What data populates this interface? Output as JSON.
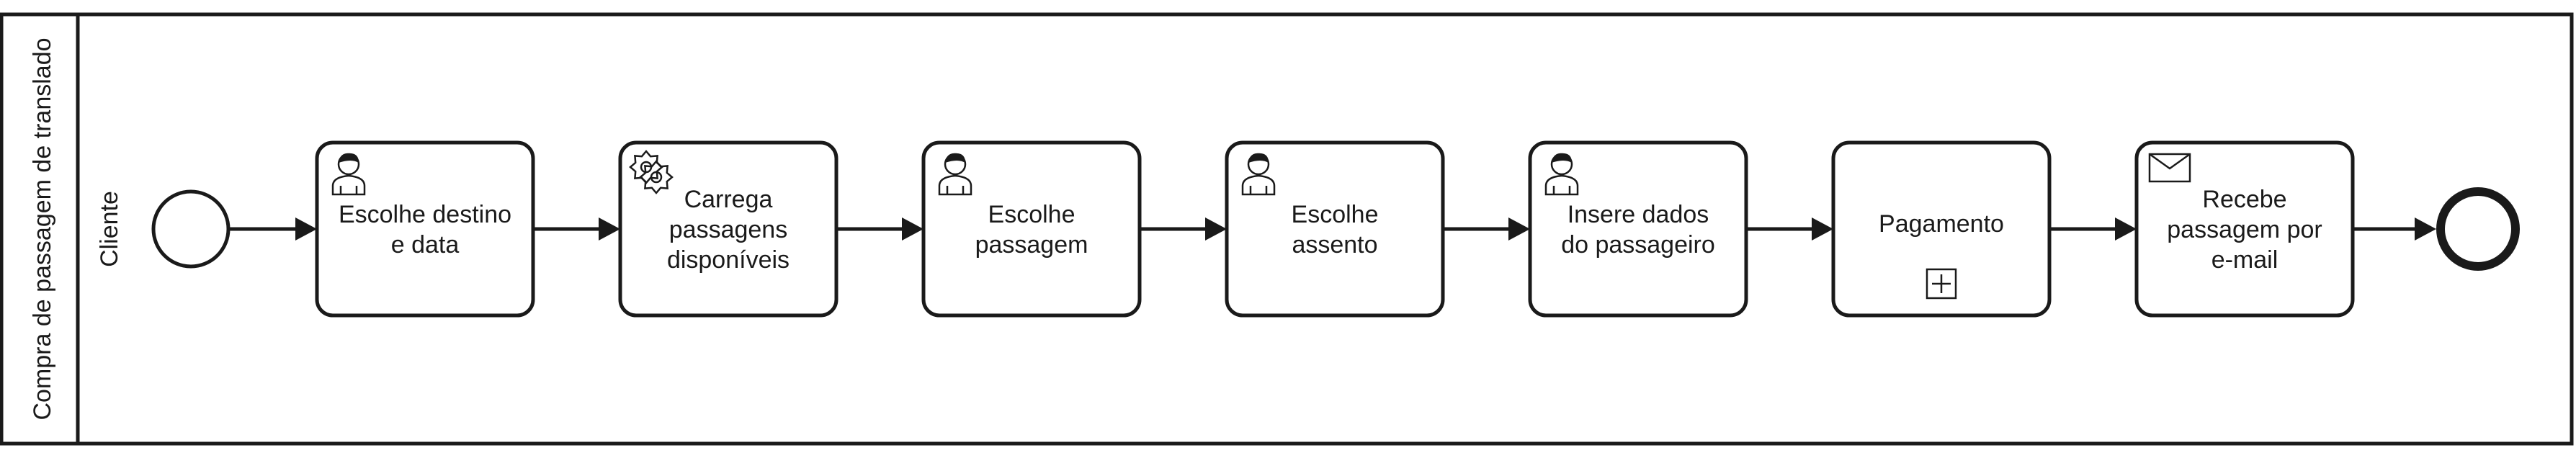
{
  "pool": {
    "name": "Compra de passagem de translado"
  },
  "lane": {
    "name": "Cliente"
  },
  "start_event": {
    "type": "start"
  },
  "end_event": {
    "type": "end"
  },
  "tasks": [
    {
      "id": "t1",
      "kind": "user-task",
      "icon": "user-icon",
      "lines": [
        "Escolhe destino",
        "e data"
      ]
    },
    {
      "id": "t2",
      "kind": "service-task",
      "icon": "gear-icon",
      "lines": [
        "Carrega",
        "passagens",
        "disponíveis"
      ]
    },
    {
      "id": "t3",
      "kind": "user-task",
      "icon": "user-icon",
      "lines": [
        "Escolhe",
        "passagem"
      ]
    },
    {
      "id": "t4",
      "kind": "user-task",
      "icon": "user-icon",
      "lines": [
        "Escolhe",
        "assento"
      ]
    },
    {
      "id": "t5",
      "kind": "user-task",
      "icon": "user-icon",
      "lines": [
        "Insere dados",
        "do passageiro"
      ]
    },
    {
      "id": "t6",
      "kind": "subprocess",
      "icon": "subprocess-marker-icon",
      "lines": [
        "Pagamento"
      ]
    },
    {
      "id": "t7",
      "kind": "receive-task",
      "icon": "envelope-icon",
      "lines": [
        "Recebe",
        "passagem por",
        "e-mail"
      ]
    }
  ],
  "flows": [
    {
      "from": "start",
      "to": "t1"
    },
    {
      "from": "t1",
      "to": "t2"
    },
    {
      "from": "t2",
      "to": "t3"
    },
    {
      "from": "t3",
      "to": "t4"
    },
    {
      "from": "t4",
      "to": "t5"
    },
    {
      "from": "t5",
      "to": "t6"
    },
    {
      "from": "t6",
      "to": "t7"
    },
    {
      "from": "t7",
      "to": "end"
    }
  ]
}
